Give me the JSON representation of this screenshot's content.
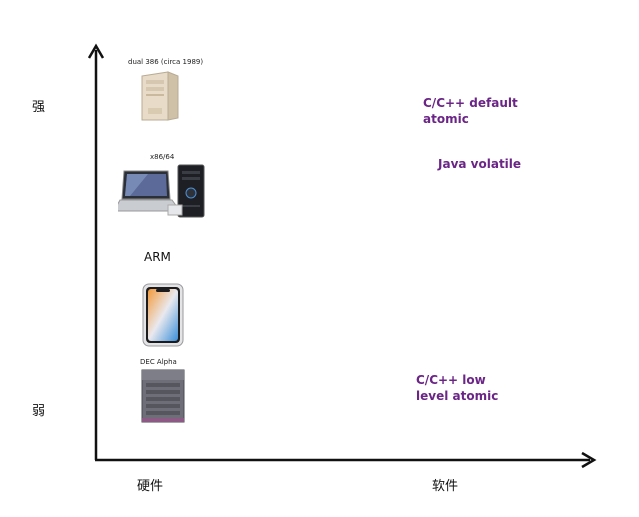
{
  "y_axis": {
    "top_label": "强",
    "bottom_label": "弱"
  },
  "x_axis": {
    "left_label": "硬件",
    "right_label": "软件"
  },
  "hardware": {
    "dual386": {
      "caption": "dual 386 (circa 1989)",
      "icon": "tower-computer-icon"
    },
    "x86": {
      "caption": "x86/64",
      "icon": "laptop-and-desktop-icon"
    },
    "arm": {
      "caption": "ARM",
      "icon": "smartphone-icon"
    },
    "dec_alpha": {
      "caption": "DEC Alpha",
      "icon": "server-icon"
    }
  },
  "software": {
    "cpp_default": {
      "line1": "C/C++ default",
      "line2": "atomic"
    },
    "java_volatile": {
      "line1": "Java volatile"
    },
    "cpp_low": {
      "line1": "C/C++ low",
      "line2": "level atomic"
    }
  },
  "colors": {
    "software_text": "#6b2586",
    "axis": "#111111"
  }
}
